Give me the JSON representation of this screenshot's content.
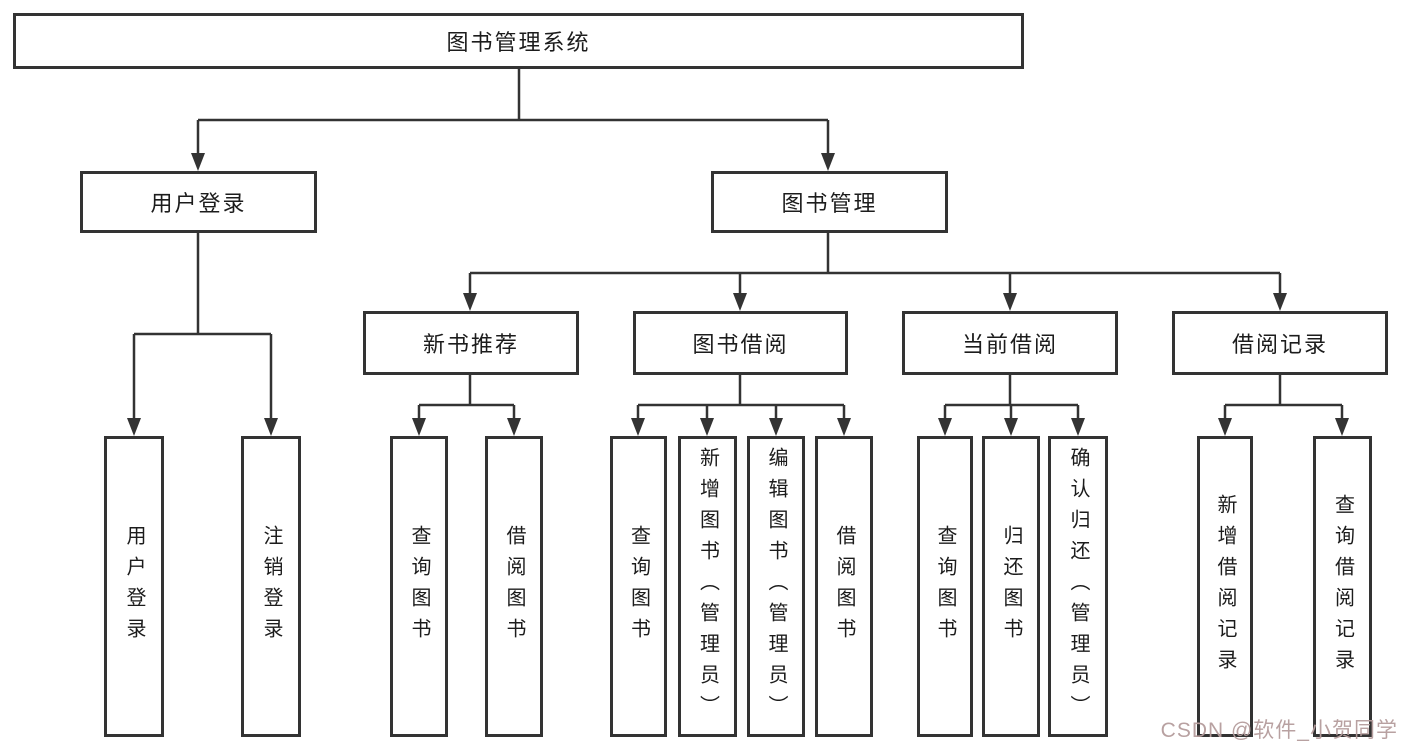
{
  "diagram": {
    "root": "图书管理系统",
    "level2": [
      {
        "label": "用户登录",
        "leaves": [
          "用户登录",
          "注销登录"
        ]
      },
      {
        "label": "图书管理",
        "sections": [
          {
            "label": "新书推荐",
            "leaves": [
              "查询图书",
              "借阅图书"
            ]
          },
          {
            "label": "图书借阅",
            "leaves": [
              "查询图书",
              "新增图书（管理员）",
              "编辑图书（管理员）",
              "借阅图书"
            ]
          },
          {
            "label": "当前借阅",
            "leaves": [
              "查询图书",
              "归还图书",
              "确认归还（管理员）"
            ]
          },
          {
            "label": "借阅记录",
            "leaves": [
              "新增借阅记录",
              "查询借阅记录"
            ]
          }
        ]
      }
    ]
  },
  "watermark": {
    "text": "CSDN @软件_小贺同学",
    "color": "#b59c9c"
  },
  "colors": {
    "line": "#333333",
    "box_border": "#333333",
    "background": "#ffffff",
    "text": "#1c1c1c"
  }
}
